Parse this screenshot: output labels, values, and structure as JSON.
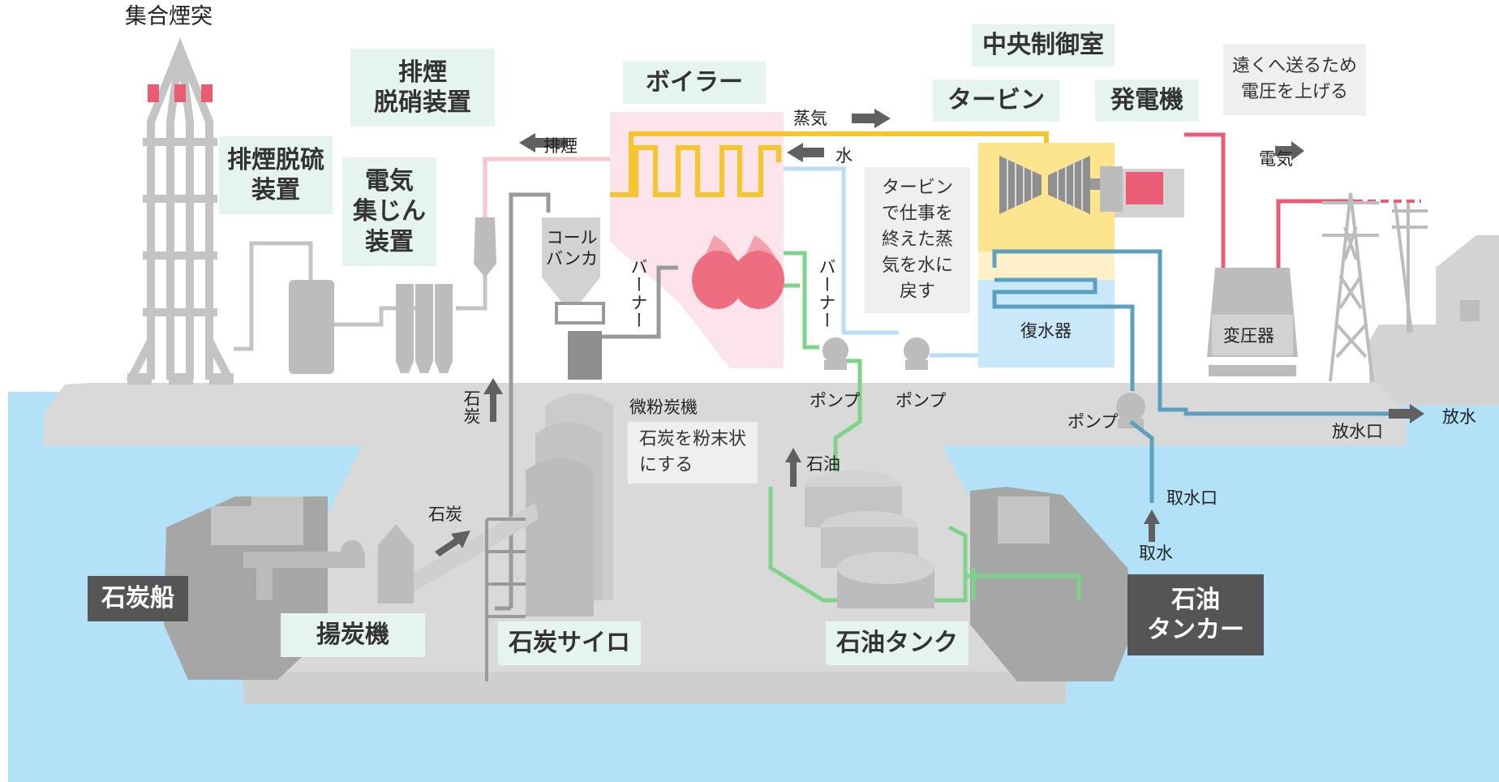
{
  "title": "集合煙突",
  "labels": {
    "boiler": "ボイラー",
    "control_room": "中央制御室",
    "turbine": "タービン",
    "generator": "発電機",
    "transmit_note": "遠くへ送るため\n電圧を上げる",
    "denitration": "排煙\n脱硝装置",
    "desulfurization": "排煙脱硫\n装置",
    "precipitator": "電気\n集じん\n装置",
    "coal_bunker": "コール\nバンカ",
    "burner_left": "バーナー",
    "burner_right": "バーナー",
    "turbine_note": "タービン\nで仕事を\n終えた蒸\n気を水に\n戻す",
    "condenser": "復水器",
    "transformer": "変圧器",
    "pulverizer": "微粉炭機",
    "pulverizer_note": "石炭を粉末状\nにする",
    "pump1": "ポンプ",
    "pump2": "ポンプ",
    "pump3": "ポンプ",
    "outlet": "放水口",
    "discharge": "放水",
    "intake": "取水口",
    "water_in": "取水",
    "coal_up": "石炭",
    "coal_conv": "石炭",
    "oil": "石油",
    "exhaust": "排煙",
    "steam": "蒸気",
    "water": "水",
    "electricity": "電気",
    "coal_ship": "石炭船",
    "unloader": "揚炭機",
    "coal_silo": "石炭サイロ",
    "oil_tank": "石油タンク",
    "oil_tanker": "石油\nタンカー"
  },
  "colors": {
    "sea": "#b3e1f7",
    "ground": "#d9d9d9",
    "equipment": "#bcbcbc",
    "ship": "#a6a6a6",
    "label_bg": "#e6f4ef",
    "note_bg": "#efefef",
    "dark_label_bg": "#555555",
    "boiler": "#fde3ea",
    "flame": "#ef6d80",
    "steam_pipe": "#f7c52d",
    "water_pipe": "#b9def5",
    "cooling_pipe": "#5ba1bf",
    "oil_pipe": "#7ed38a",
    "power_line": "#ea5c74",
    "exhaust_pipe": "#f6c7cf",
    "coal_pipe": "#9a9a9a",
    "condenser": "#c9e8fa",
    "turbine_housing": "#fde48f"
  }
}
